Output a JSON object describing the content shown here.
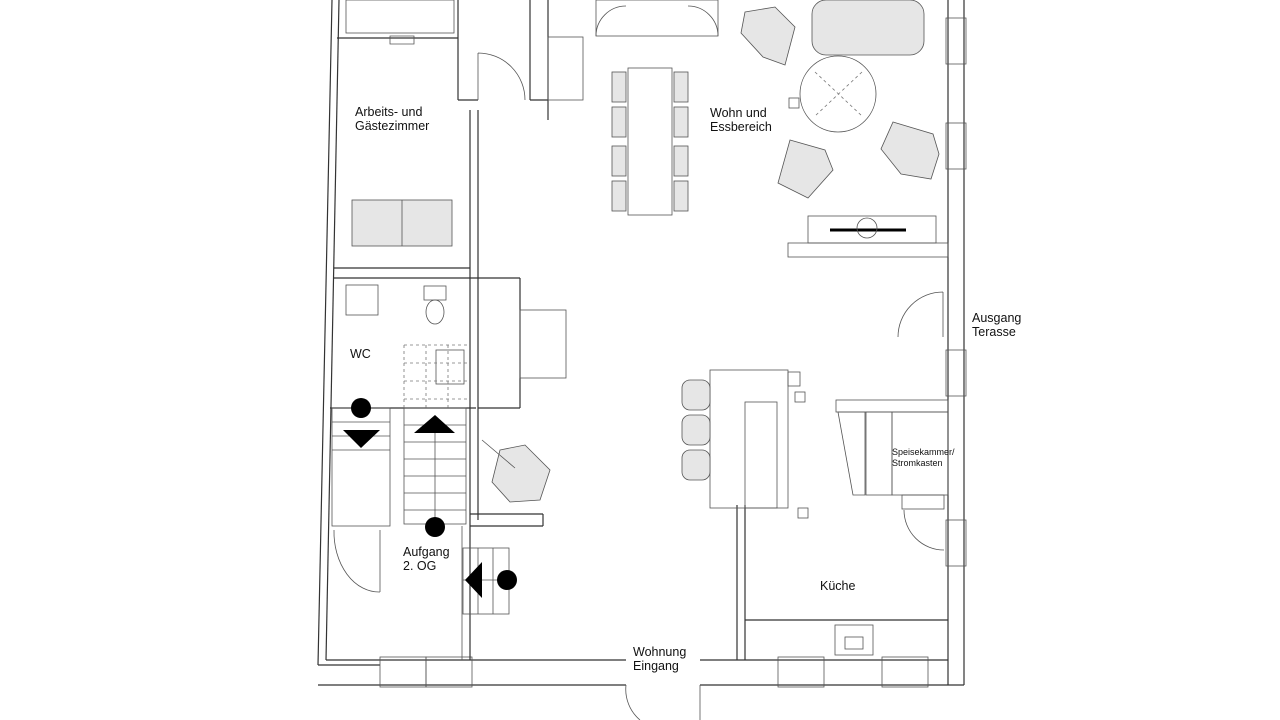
{
  "rooms": {
    "office": {
      "line1": "Arbeits- und",
      "line2": "Gästezimmer"
    },
    "living": {
      "line1": "Wohn und",
      "line2": "Essbereich"
    },
    "wc": {
      "label": "WC"
    },
    "terrace_exit": {
      "line1": "Ausgang",
      "line2": "Terasse"
    },
    "pantry": {
      "line1": "Speisekammer/",
      "line2": "Stromkasten"
    },
    "stairs": {
      "line1": "Aufgang",
      "line2": "2. OG"
    },
    "kitchen": {
      "label": "Küche"
    },
    "entrance": {
      "line1": "Wohnung",
      "line2": "Eingang"
    }
  }
}
